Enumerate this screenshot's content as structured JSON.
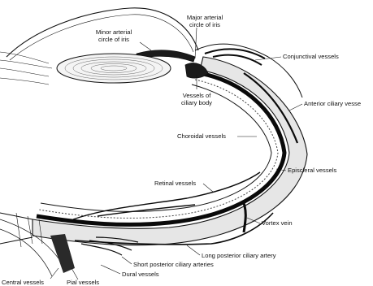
{
  "diagram": {
    "labels": {
      "minor_arterial_circle_line1": "Minor arterial",
      "minor_arterial_circle_line2": "circle of iris",
      "major_arterial_circle_line1": "Major arterial",
      "major_arterial_circle_line2": "circle of iris",
      "conjunctival_vessels": "Conjunctival vessels",
      "anterior_ciliary_vessels": "Anterior ciliary vesse",
      "vessels_of_ciliary_body_line1": "Vessels of",
      "vessels_of_ciliary_body_line2": "ciliary body",
      "choroidal_vessels": "Choroidal vessels",
      "episcleral_vessels": "Episcleral vessels",
      "retinal_vessels": "Retinal vessels",
      "vortex_vein": "Vortex vein",
      "long_posterior_ciliary_artery": "Long posterior ciliary artery",
      "short_posterior_ciliary_arteries": "Short posterior ciliary arteries",
      "dural_vessels": "Dural vessels",
      "central_vessels": "Central vessels",
      "pial_vessels": "Pial vessels"
    },
    "colors": {
      "ink": "#111111",
      "vessel": "#0a0a0a",
      "shade": "#d9d9d9",
      "background": "#ffffff"
    }
  }
}
